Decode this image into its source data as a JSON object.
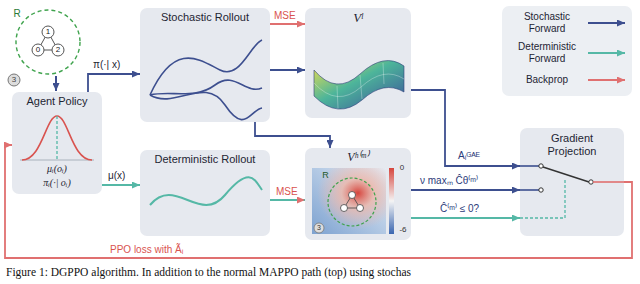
{
  "diagram": {
    "caption": "Figure 1: DGPPO algorithm. In addition to the normal MAPPO path (top) using stochas",
    "nodes": [
      {
        "text": [
          "Agent Policy",
          "μᵢ(oᵢ)",
          "πᵢ(·| oᵢ)"
        ]
      },
      {
        "text": [
          "Stochastic Rollout"
        ]
      },
      {
        "text": [
          "Deterministic Rollout"
        ]
      },
      {
        "text": [
          "Vˡ"
        ]
      },
      {
        "text": [
          "Vʰ⁽ᵐ⁾"
        ]
      },
      {
        "text": [
          "Gradient Projection"
        ]
      }
    ],
    "edges": [
      {
        "from": 0,
        "to": 1,
        "label": "π(·| x)",
        "arrow": "to"
      },
      {
        "from": 0,
        "to": 2,
        "label": "μ(x)",
        "arrow": "to"
      },
      {
        "from": 1,
        "to": 3,
        "arrow": "to"
      },
      {
        "from": 1,
        "to": 3,
        "label": "MSE",
        "arrow": "to"
      },
      {
        "from": 1,
        "to": 4,
        "arrow": "to"
      },
      {
        "from": 3,
        "to": 5,
        "label": "Aᵢᴳᴬᴱ",
        "arrow": "to"
      },
      {
        "from": 2,
        "to": 4,
        "label": "MSE",
        "arrow": "to"
      },
      {
        "from": 4,
        "to": 5,
        "label": "ν maxₘ Ĉθ⁽ᵐ⁾",
        "arrow": "to"
      },
      {
        "from": 4,
        "to": 5,
        "label": "Ĉ⁽ᵐ⁾ ≤ 0?",
        "arrow": "to"
      },
      {
        "from": 5,
        "to": 0,
        "label": "PPO loss with Ãᵢ",
        "arrow": "to"
      }
    ],
    "labels": [
      "R",
      "1",
      "0",
      "2",
      "3",
      "R",
      "3",
      "0",
      "-6"
    ],
    "legend": [
      {
        "text": "Stochastic Forward"
      },
      {
        "text": "Deterministic Forward"
      },
      {
        "text": "Backprop"
      }
    ]
  }
}
